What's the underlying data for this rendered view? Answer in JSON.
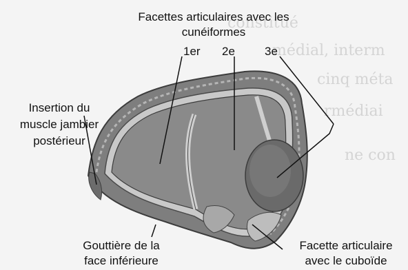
{
  "figure": {
    "labels": {
      "top_line1": "Facettes articulaires avec les",
      "top_line2": "cunéiformes",
      "num_1er": "1er",
      "num_2e": "2e",
      "num_3e": "3e",
      "insertion_line1": "Insertion du",
      "insertion_line2": "muscle jambier",
      "insertion_line3": "postérieur",
      "gouttiere_line1": "Gouttière de la",
      "gouttiere_line2": "face inférieure",
      "cuboide_line1": "Facette articulaire",
      "cuboide_line2": "avec le cuboïde"
    },
    "background_text": [
      "constitué",
      "médial, interm",
      "cinq méta",
      "rmédiai",
      "ne con"
    ]
  }
}
